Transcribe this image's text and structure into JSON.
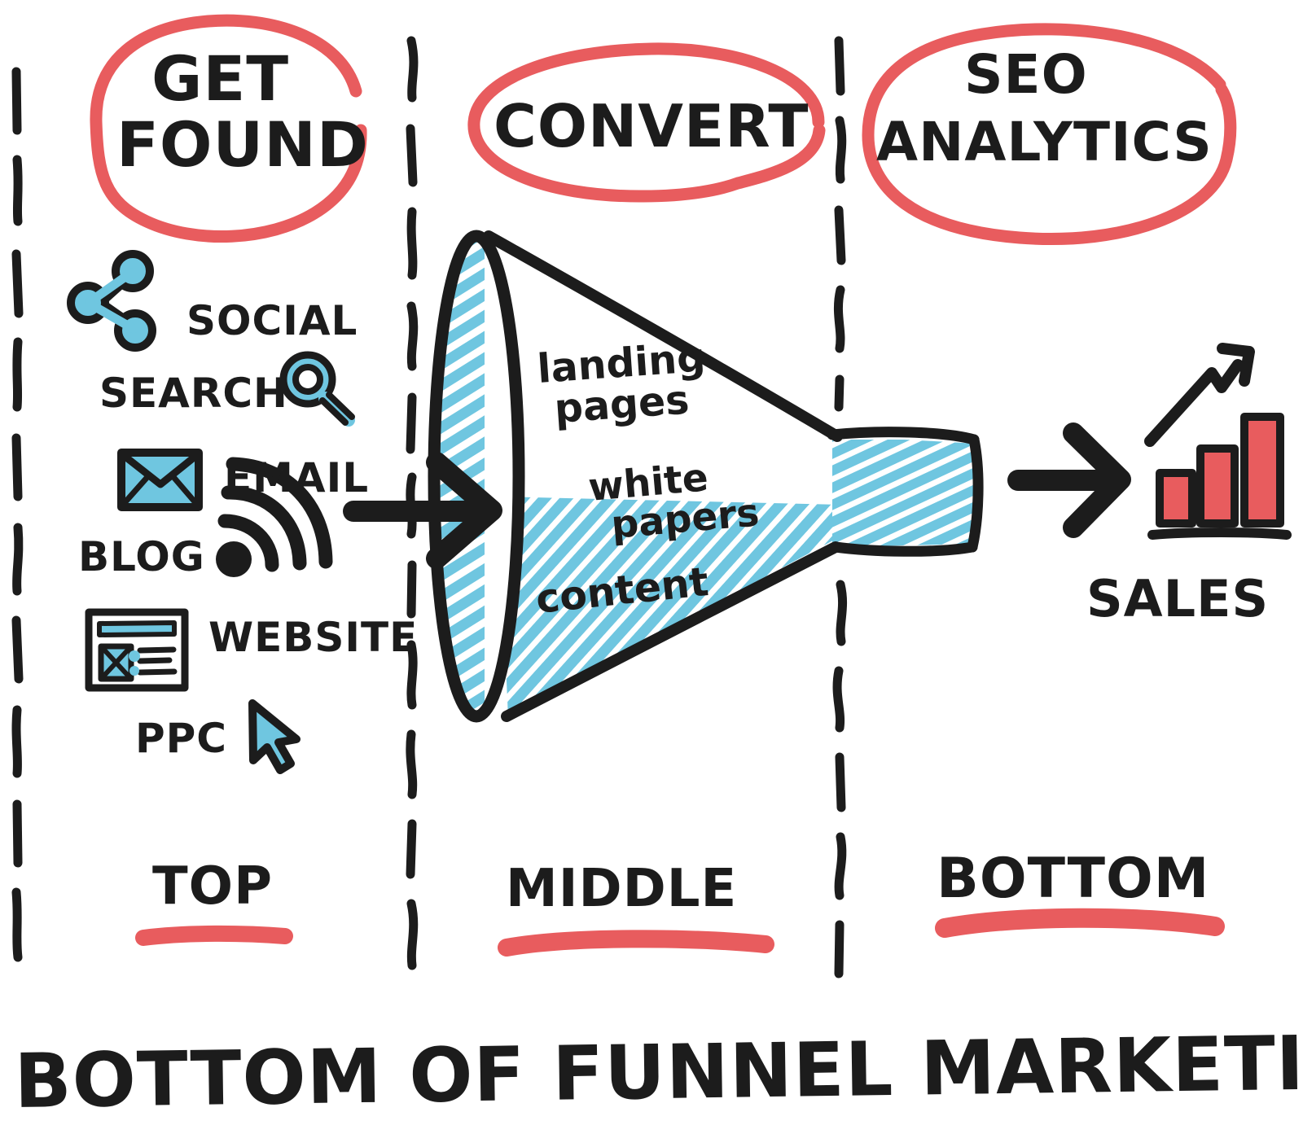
{
  "title": "BOTTOM OF FUNNEL MARKETING",
  "colors": {
    "ink": "#1c1c1c",
    "red": "#e85c5e",
    "blue": "#6fc6e0",
    "background": "#ffffff"
  },
  "columns": [
    {
      "id": "top",
      "header": "GET FOUND",
      "header_lines": [
        "GET",
        "FOUND"
      ],
      "footer": "TOP"
    },
    {
      "id": "middle",
      "header": "CONVERT",
      "header_lines": [
        "CONVERT"
      ],
      "footer": "MIDDLE"
    },
    {
      "id": "bottom",
      "header": "SEO ANALYTICS",
      "header_lines": [
        "SEO",
        "ANALYTICS"
      ],
      "footer": "BOTTOM"
    }
  ],
  "channels": [
    {
      "label": "SOCIAL",
      "icon": "share-icon",
      "icon_side": "left"
    },
    {
      "label": "SEARCH",
      "icon": "magnifier-icon",
      "icon_side": "right"
    },
    {
      "label": "EMAIL",
      "icon": "envelope-icon",
      "icon_side": "left"
    },
    {
      "label": "BLOG",
      "icon": "rss-icon",
      "icon_side": "right"
    },
    {
      "label": "WEBSITE",
      "icon": "webpage-icon",
      "icon_side": "left"
    },
    {
      "label": "PPC",
      "icon": "cursor-icon",
      "icon_side": "right"
    }
  ],
  "funnel": {
    "labels": [
      "landing pages",
      "white papers",
      "content"
    ],
    "label_lines": [
      [
        "landing",
        "pages"
      ],
      [
        "white",
        "papers"
      ],
      [
        "content"
      ]
    ]
  },
  "outcome": {
    "label": "SALES",
    "icon": "bar-chart-growth-icon",
    "bars": [
      1,
      2,
      3
    ]
  },
  "arrows": [
    {
      "name": "inflow-arrow",
      "direction": "right"
    },
    {
      "name": "outflow-arrow",
      "direction": "right"
    }
  ],
  "chart_data": {
    "type": "bar",
    "title": "SALES",
    "categories": [
      "1",
      "2",
      "3"
    ],
    "values": [
      1,
      2,
      3
    ],
    "xlabel": "",
    "ylabel": "",
    "ylim": [
      0,
      3
    ],
    "series": [
      {
        "name": "Sales",
        "values": [
          1,
          2,
          3
        ]
      }
    ],
    "annotations": [
      "upward trend arrow"
    ],
    "legend": "none",
    "grid": false
  }
}
